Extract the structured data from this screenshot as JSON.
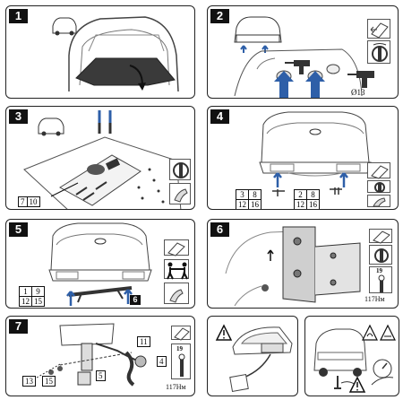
{
  "steps": [
    {
      "number": "1"
    },
    {
      "number": "2",
      "drill_size": "Ø13"
    },
    {
      "number": "3",
      "bolts": [
        "7",
        "10"
      ]
    },
    {
      "number": "4",
      "bolts_left": [
        [
          "3",
          "8"
        ],
        [
          "12",
          "16"
        ]
      ],
      "bolts_right": [
        [
          "2",
          "8"
        ],
        [
          "12",
          "16"
        ]
      ]
    },
    {
      "number": "5",
      "bolts": [
        [
          "1",
          "9"
        ],
        [
          "12",
          "15"
        ]
      ],
      "tag": "6"
    },
    {
      "number": "6",
      "torque": "117Нм",
      "tool_size": "19"
    },
    {
      "number": "7",
      "parts": [
        "11",
        "4",
        "5",
        "13",
        "15"
      ],
      "torque": "117Нм",
      "tool_size": "19"
    }
  ],
  "colors": {
    "accent_blue": "#2e5fa8",
    "mat_dark": "#3a3a3a",
    "border": "#222222"
  },
  "icons": [
    "car-icon",
    "instruction-book-icon",
    "socket-wrench-icon",
    "drill-icon",
    "two-person-lift-icon",
    "hand-tool-icon",
    "torque-wrench-icon",
    "warning-triangle-icon"
  ]
}
